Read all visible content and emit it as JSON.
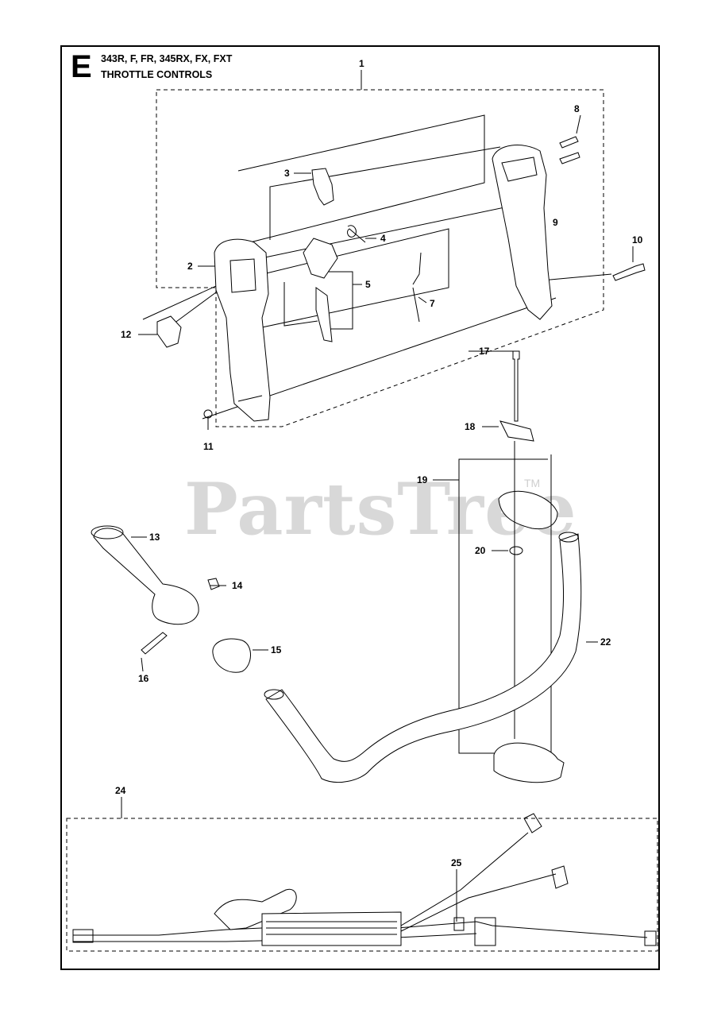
{
  "header": {
    "section_letter": "E",
    "models": "343R, F, FR, 345RX, FX, FXT",
    "title": "THROTTLE CONTROLS"
  },
  "watermark": {
    "text": "PartsTree",
    "trademark": "TM"
  },
  "callouts": [
    "1",
    "2",
    "3",
    "4",
    "5",
    "7",
    "8",
    "9",
    "10",
    "11",
    "12",
    "13",
    "14",
    "15",
    "16",
    "17",
    "18",
    "19",
    "20",
    "22",
    "24",
    "25"
  ]
}
